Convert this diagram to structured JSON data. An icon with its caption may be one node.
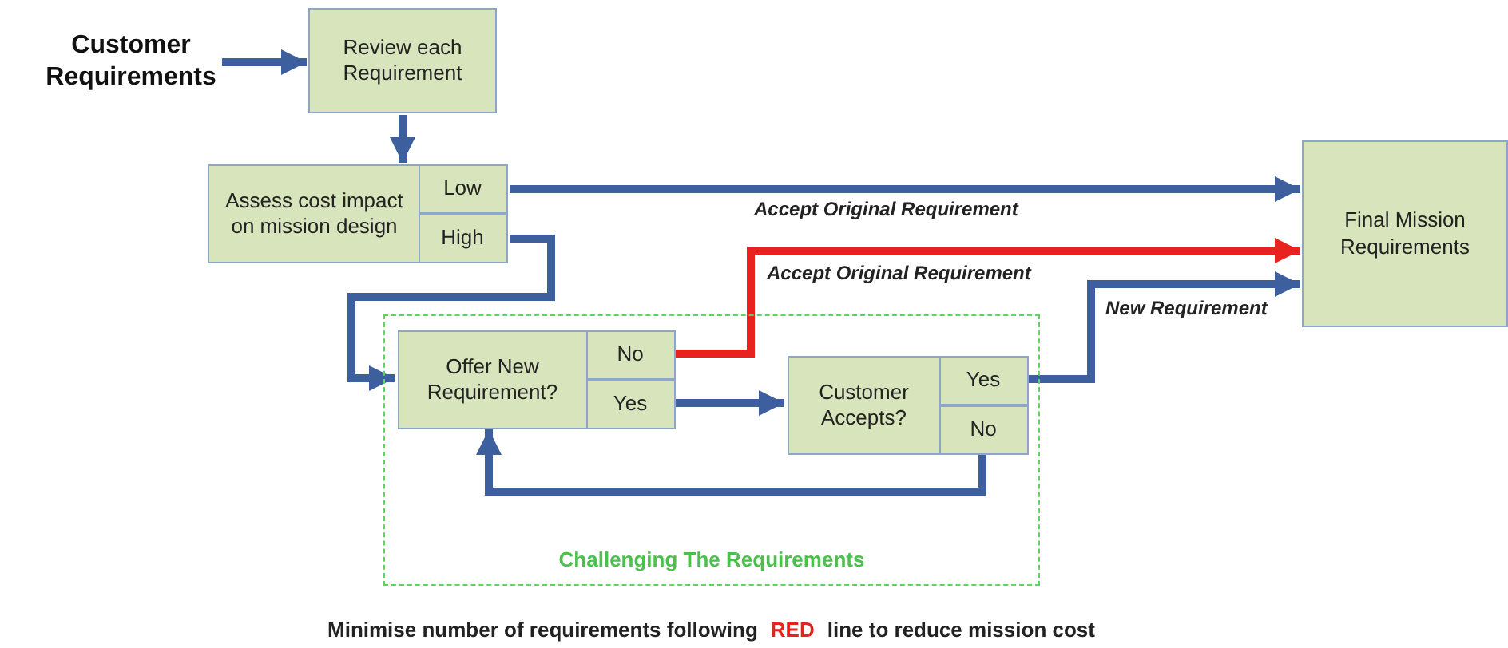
{
  "diagram": {
    "nodes": [
      {
        "text": [
          "Customer Requirements"
        ]
      },
      {
        "text": [
          "Review each Requirement"
        ]
      },
      {
        "text": [
          "Assess cost impact on mission design"
        ]
      },
      {
        "text": [
          "Low"
        ],
        "in": 2
      },
      {
        "text": [
          "High"
        ],
        "in": 2
      },
      {
        "text": [
          "Challenging The Requirements"
        ]
      },
      {
        "text": [
          "Offer New Requirement?"
        ],
        "in": 5
      },
      {
        "text": [
          "No"
        ],
        "in": 6
      },
      {
        "text": [
          "Yes"
        ],
        "in": 6
      },
      {
        "text": [
          "Customer Accepts?"
        ],
        "in": 5
      },
      {
        "text": [
          "Yes"
        ],
        "in": 9
      },
      {
        "text": [
          "No"
        ],
        "in": 9
      },
      {
        "text": [
          "Final Mission Requirements"
        ]
      }
    ],
    "edges": [
      {
        "from": 0,
        "to": 1,
        "arrow": "to"
      },
      {
        "from": 1,
        "to": 2,
        "arrow": "to"
      },
      {
        "from": 3,
        "to": 12,
        "arrow": "to",
        "label": "Accept Original Requirement"
      },
      {
        "from": 4,
        "to": 6,
        "arrow": "to"
      },
      {
        "from": 7,
        "to": 12,
        "arrow": "to",
        "label": "Accept Original Requirement",
        "color": "#e8231f"
      },
      {
        "from": 8,
        "to": 9,
        "arrow": "to"
      },
      {
        "from": 10,
        "to": 12,
        "arrow": "to",
        "label": "New Requirement"
      },
      {
        "from": 11,
        "to": 6,
        "arrow": "to"
      }
    ],
    "labels": [
      "Minimise number of requirements following",
      "RED",
      "line to reduce mission cost"
    ]
  }
}
